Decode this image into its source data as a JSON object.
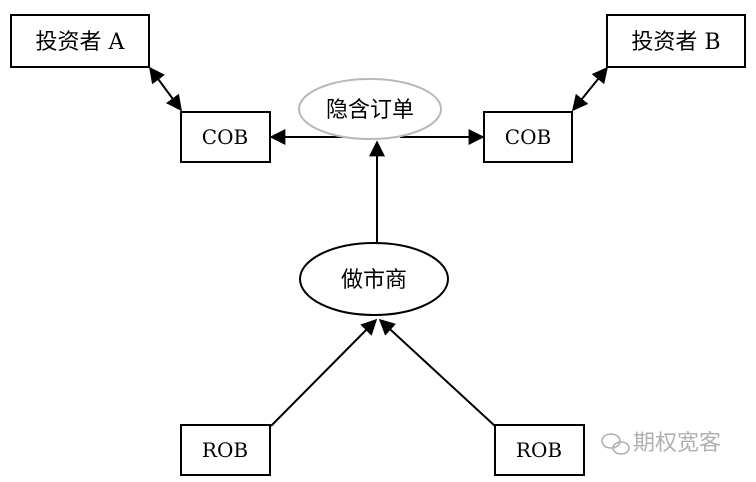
{
  "nodes": {
    "investor_a": "投资者 A",
    "investor_b": "投资者 B",
    "cob_left": "COB",
    "cob_right": "COB",
    "hidden_order": "隐含订单",
    "market_maker": "做市商",
    "rob_left": "ROB",
    "rob_right": "ROB"
  },
  "watermark": "期权宽客",
  "colors": {
    "stroke": "#000000",
    "hidden_order_outline": "#b8b8b8",
    "watermark": "#b0b0b0"
  }
}
